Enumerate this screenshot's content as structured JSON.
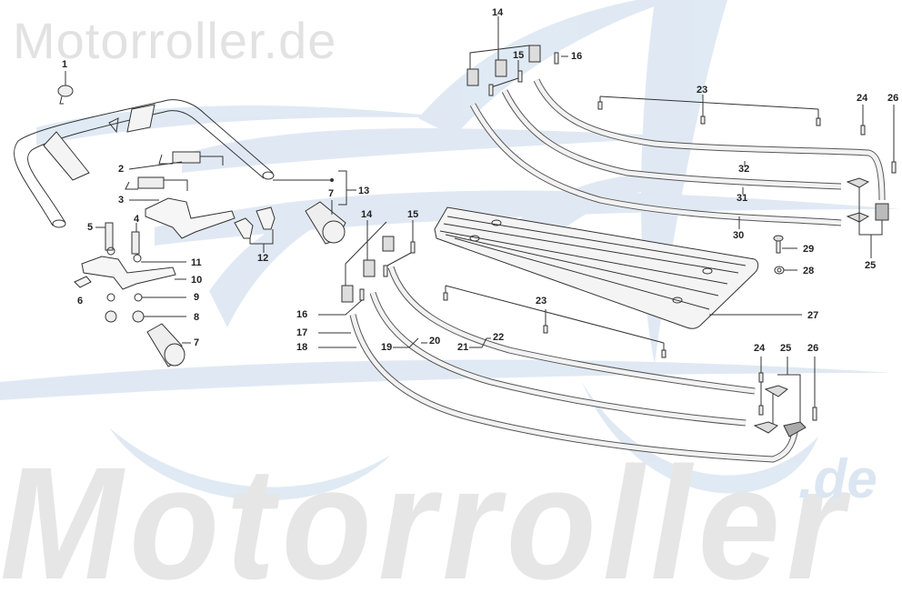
{
  "watermark": {
    "top_text": "Motorroller.de",
    "bottom_text": "Motorroller",
    "bottom_suffix": ".de",
    "text_color": "#e2e2e2",
    "logo_color": "#dbe6f2"
  },
  "diagram": {
    "type": "exploded parts diagram",
    "subject": "scooter luggage rack / grab handle and floorboard trim strips",
    "line_color": "#333333",
    "parts": [
      {
        "id": "1",
        "label": "1",
        "description": "rubber plug"
      },
      {
        "id": "2",
        "label": "2",
        "description": "tension springs"
      },
      {
        "id": "3",
        "label": "3",
        "description": "upper clamp bracket"
      },
      {
        "id": "4",
        "label": "4",
        "description": "bolt"
      },
      {
        "id": "5",
        "label": "5",
        "description": "bolt"
      },
      {
        "id": "6",
        "label": "6",
        "description": "clip"
      },
      {
        "id": "7a",
        "label": "7",
        "description": "rubber end cap (upper)"
      },
      {
        "id": "7b",
        "label": "7",
        "description": "rubber end cap (lower)"
      },
      {
        "id": "8",
        "label": "8",
        "description": "nuts"
      },
      {
        "id": "9",
        "label": "9",
        "description": "circlips"
      },
      {
        "id": "10",
        "label": "10",
        "description": "lower clamp bracket"
      },
      {
        "id": "11",
        "label": "11",
        "description": "washers"
      },
      {
        "id": "12",
        "label": "12",
        "description": "retaining clips"
      },
      {
        "id": "13",
        "label": "13",
        "description": "grab handle assembly"
      },
      {
        "id": "14a",
        "label": "14",
        "description": "clip nuts (upper)"
      },
      {
        "id": "14b",
        "label": "14",
        "description": "clip nuts (lower)"
      },
      {
        "id": "15a",
        "label": "15",
        "description": "rivet (upper)"
      },
      {
        "id": "15b",
        "label": "15",
        "description": "rivet (lower)"
      },
      {
        "id": "16a",
        "label": "16",
        "description": "rivet (upper)"
      },
      {
        "id": "16b",
        "label": "16",
        "description": "rivet (lower)"
      },
      {
        "id": "17",
        "label": "17",
        "description": "trim strip"
      },
      {
        "id": "18",
        "label": "18",
        "description": "trim strip"
      },
      {
        "id": "19",
        "label": "19",
        "description": "trim strip"
      },
      {
        "id": "20",
        "label": "20",
        "description": "trim strip"
      },
      {
        "id": "21",
        "label": "21",
        "description": "trim strip"
      },
      {
        "id": "22",
        "label": "22",
        "description": "trim strip"
      },
      {
        "id": "23a",
        "label": "23",
        "description": "rivets (upper)"
      },
      {
        "id": "23b",
        "label": "23",
        "description": "rivets (lower)"
      },
      {
        "id": "24a",
        "label": "24",
        "description": "rivet (upper)"
      },
      {
        "id": "24b",
        "label": "24",
        "description": "rivet (lower)"
      },
      {
        "id": "25a",
        "label": "25",
        "description": "end caps (upper)"
      },
      {
        "id": "25b",
        "label": "25",
        "description": "end caps (lower)"
      },
      {
        "id": "26a",
        "label": "26",
        "description": "rivet (upper)"
      },
      {
        "id": "26b",
        "label": "26",
        "description": "rivet (lower)"
      },
      {
        "id": "27",
        "label": "27",
        "description": "floor mat / footboard"
      },
      {
        "id": "28",
        "label": "28",
        "description": "washer"
      },
      {
        "id": "29",
        "label": "29",
        "description": "screw"
      },
      {
        "id": "30",
        "label": "30",
        "description": "trim strip"
      },
      {
        "id": "31",
        "label": "31",
        "description": "trim strip"
      },
      {
        "id": "32",
        "label": "32",
        "description": "trim strip"
      }
    ]
  }
}
